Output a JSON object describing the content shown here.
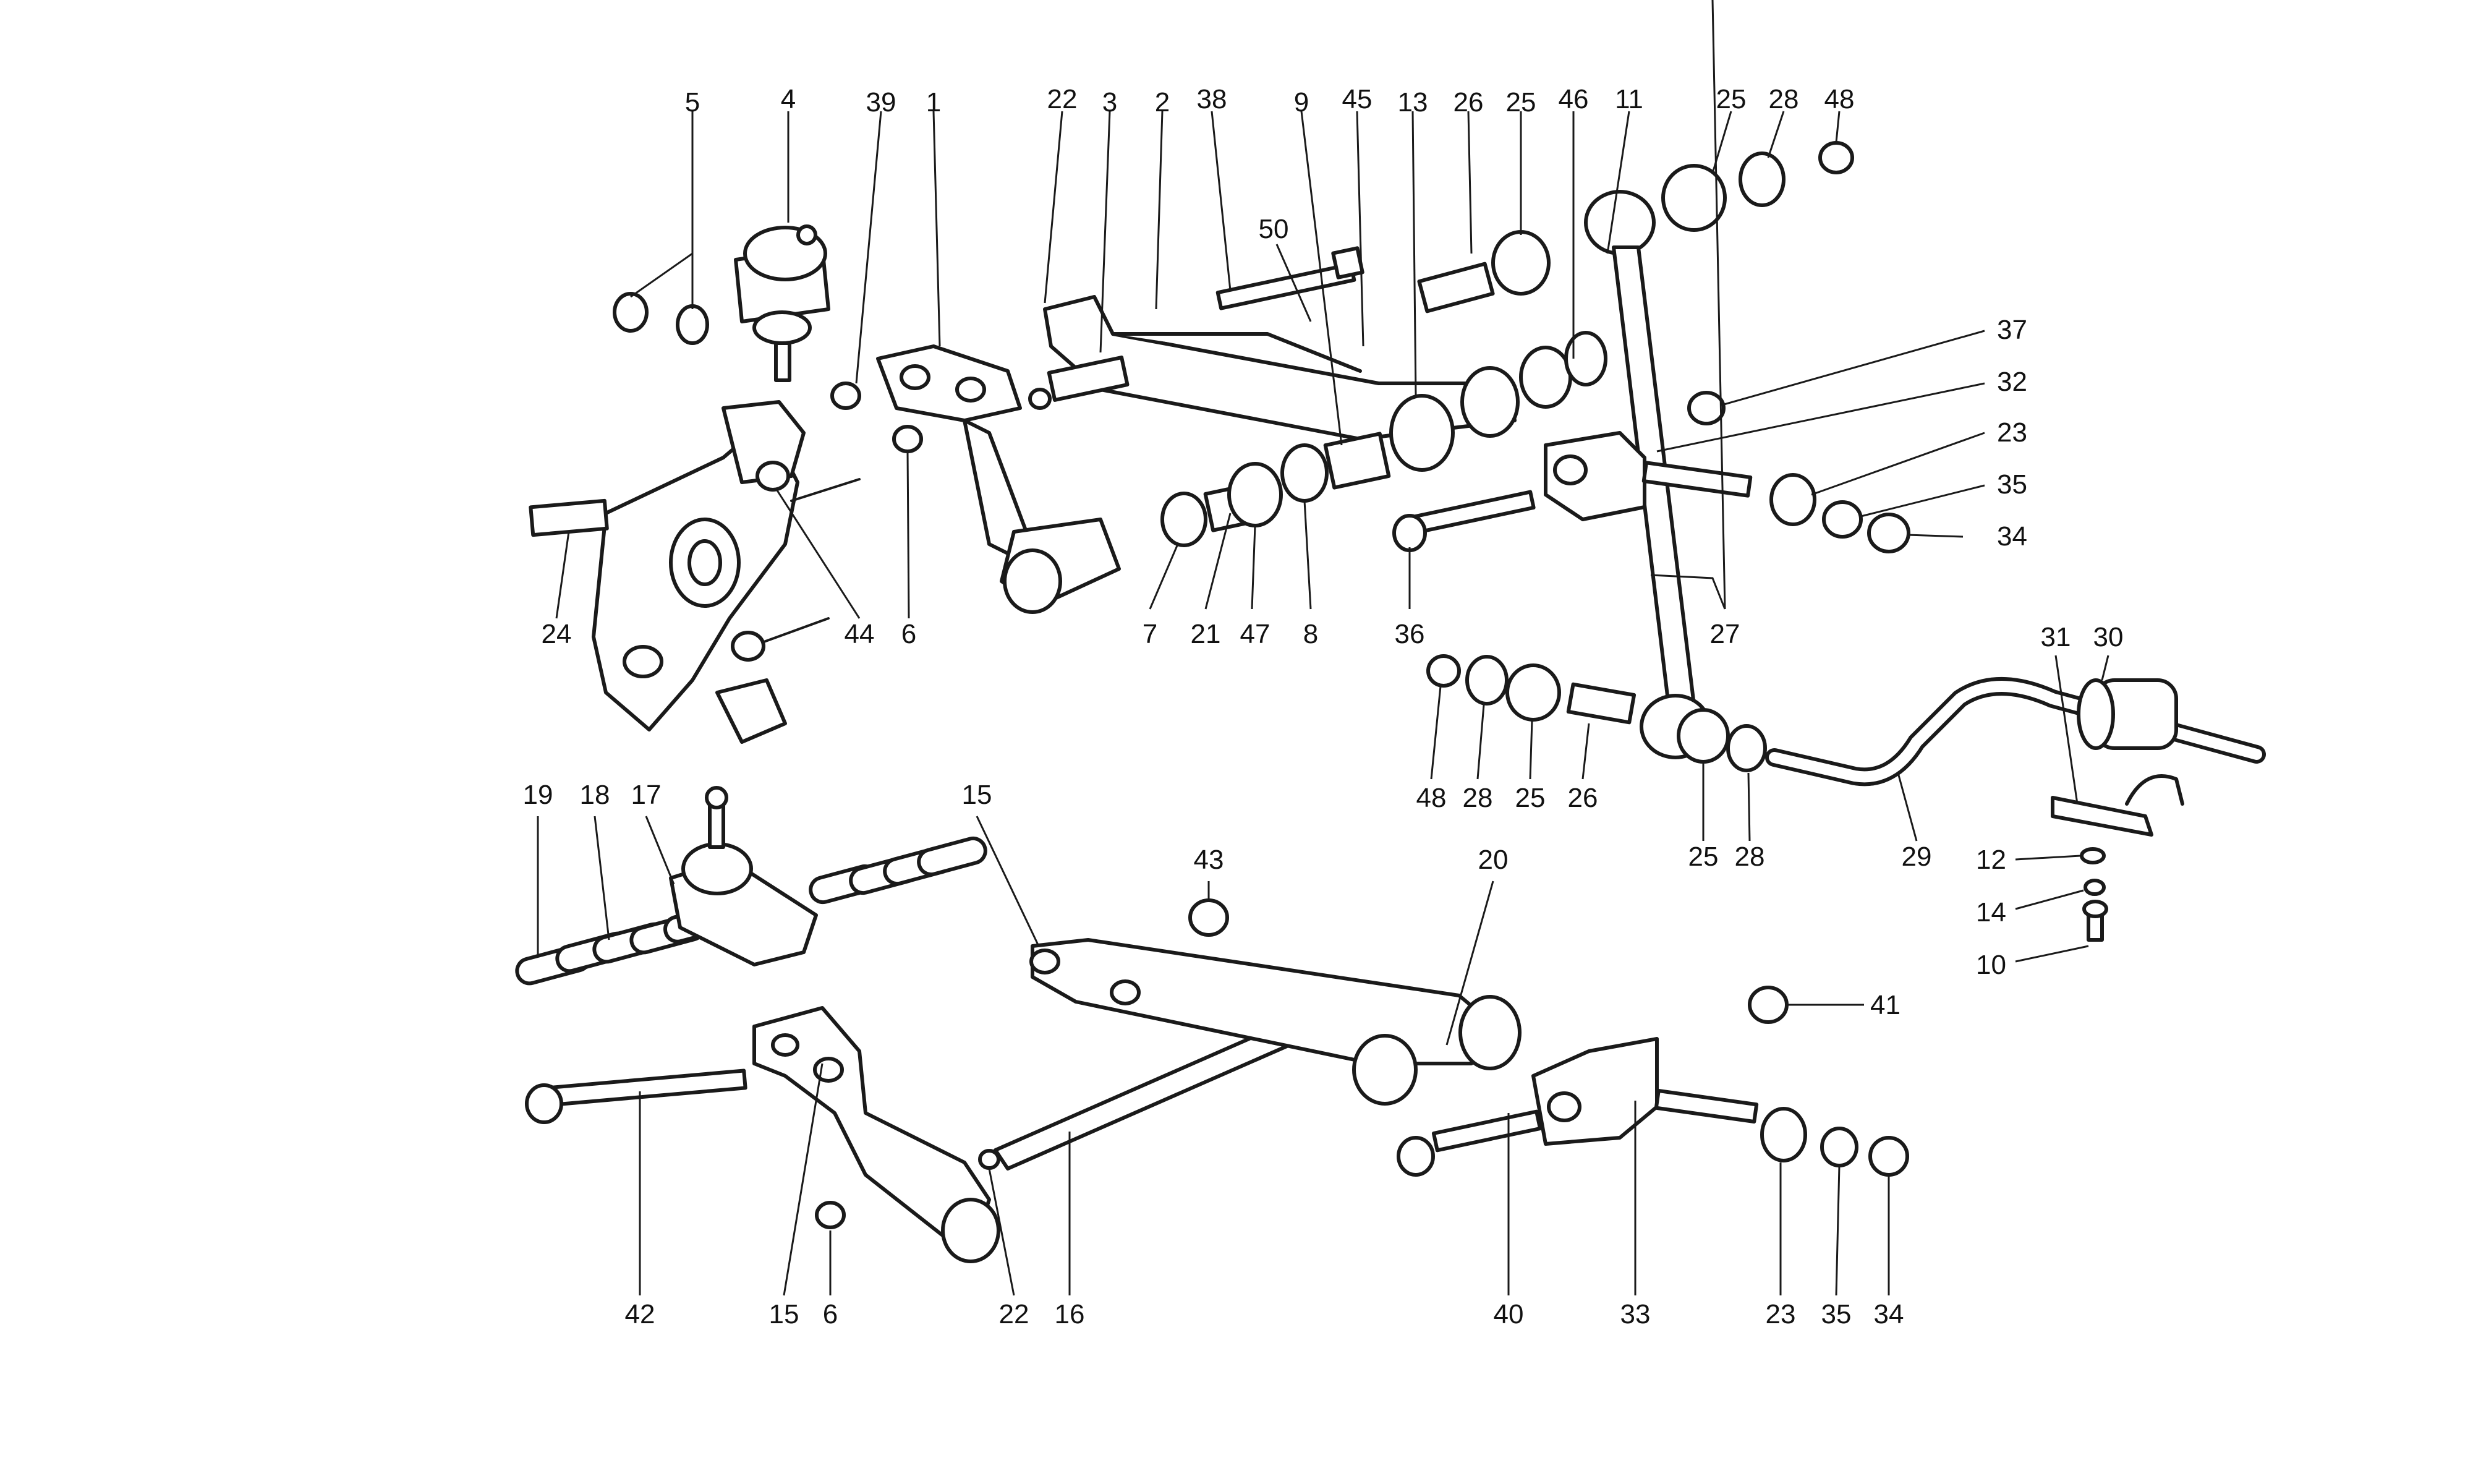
{
  "diagram": {
    "kind": "exploded-parts-diagram",
    "callouts": {
      "c1": "1",
      "c2": "2",
      "c3": "3",
      "c4": "4",
      "c5": "5",
      "c6a": "6",
      "c6b": "6",
      "c7": "7",
      "c8": "8",
      "c9": "9",
      "c10": "10",
      "c11": "11",
      "c12": "12",
      "c13": "13",
      "c14": "14",
      "c15a": "15",
      "c15b": "15",
      "c16": "16",
      "c17": "17",
      "c18": "18",
      "c19": "19",
      "c20": "20",
      "c21": "21",
      "c22a": "22",
      "c22b": "22",
      "c23a": "23",
      "c23b": "23",
      "c24": "24",
      "c25a": "25",
      "c25b": "25",
      "c25c": "25",
      "c25d": "25",
      "c26a": "26",
      "c26b": "26",
      "c27": "27",
      "c28a": "28",
      "c28b": "28",
      "c28c": "28",
      "c29": "29",
      "c30": "30",
      "c31": "31",
      "c32": "32",
      "c33": "33",
      "c34a": "34",
      "c34b": "34",
      "c35a": "35",
      "c35b": "35",
      "c36": "36",
      "c37": "37",
      "c38": "38",
      "c39": "39",
      "c40": "40",
      "c41": "41",
      "c42": "42",
      "c43": "43",
      "c44": "44",
      "c45": "45",
      "c46": "46",
      "c47": "47",
      "c48a": "48",
      "c48b": "48",
      "c50": "50"
    }
  }
}
